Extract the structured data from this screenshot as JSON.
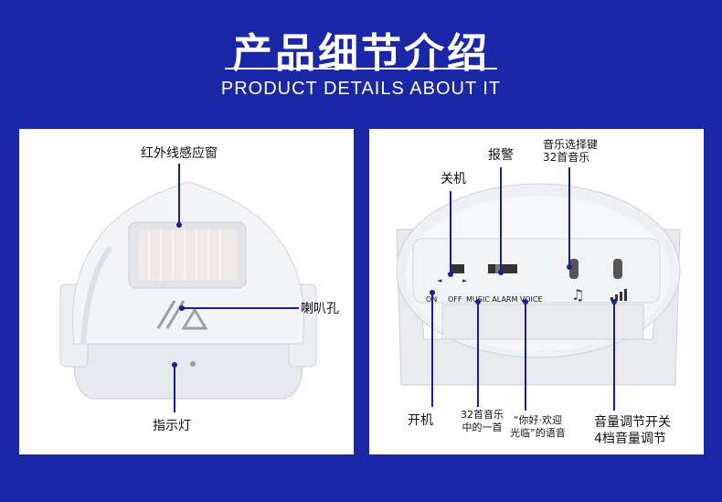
{
  "header": {
    "title_cn": "产品细节介绍",
    "title_en": "PRODUCT DETAILS ABOUT IT"
  },
  "left_panel": {
    "labels": {
      "infrared_window": "红外线感应窗",
      "speaker_hole": "喇叭孔",
      "indicator_light": "指示灯"
    }
  },
  "right_panel": {
    "labels": {
      "power_off": "关机",
      "alarm": "报警",
      "music_select_line1": "音乐选择键",
      "music_select_line2": "32首音乐",
      "power_on": "开机",
      "one_of_32_line1": "32首音乐",
      "one_of_32_line2": "中的一首",
      "welcome_voice_line1": "“你好·欢迎",
      "welcome_voice_line2": "光临”的语音",
      "volume_line1": "音量调节开关",
      "volume_line2": "4档音量调节"
    },
    "device_text": {
      "on": "ON",
      "off": "OFF",
      "modes": "MUSIC ALARM VOICE"
    }
  },
  "colors": {
    "background": "#1a27a6",
    "panel": "#ffffff",
    "callout_line": "#1a2090"
  }
}
